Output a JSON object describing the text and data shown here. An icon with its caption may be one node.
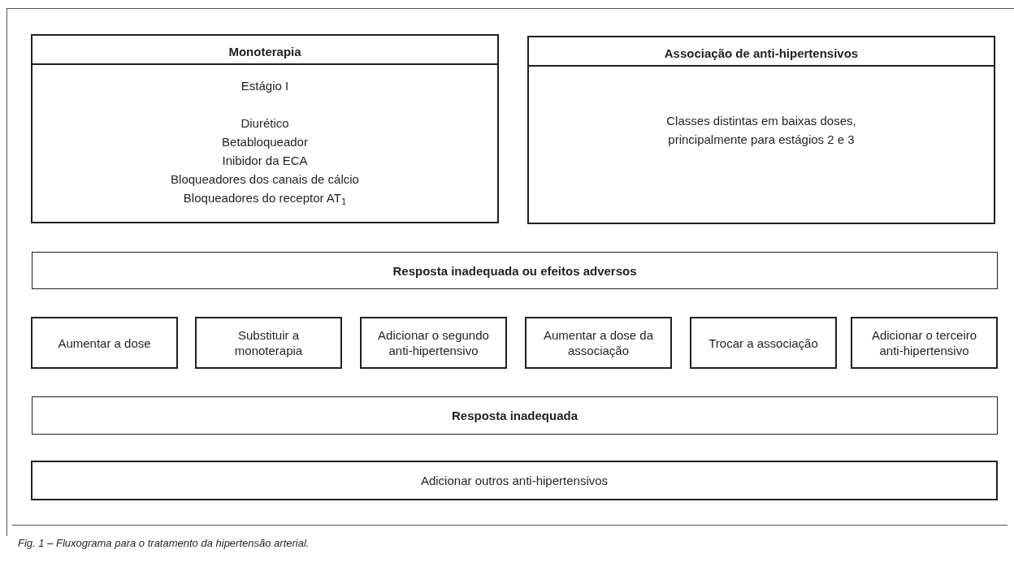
{
  "diagram": {
    "caption": "Fig. 1 – Fluxograma para o tratamento da hipertensão arterial.",
    "nodes": [
      {
        "text": [
          "Monoterapia",
          "Estágio I",
          "Diurético",
          "Betabloqueador",
          "Inibidor da ECA",
          "Bloqueadores dos canais de cálcio",
          "Bloqueadores do receptor AT$_{1}$"
        ]
      },
      {
        "text": [
          "Associação de anti-hipertensivos",
          "Classes distintas em baixas doses, principalmente para estágios 2 e 3"
        ]
      },
      {
        "text": [
          "Resposta inadequada ou efeitos adversos"
        ]
      },
      {
        "text": [
          "Aumentar a dose"
        ]
      },
      {
        "text": [
          "Substituir a monoterapia"
        ]
      },
      {
        "text": [
          "Adicionar o segundo anti-hipertensivo"
        ]
      },
      {
        "text": [
          "Aumentar a dose da associação"
        ]
      },
      {
        "text": [
          "Trocar a associação"
        ]
      },
      {
        "text": [
          "Adicionar o terceiro anti-hipertensivo"
        ]
      },
      {
        "text": [
          "Resposta inadequada"
        ]
      },
      {
        "text": [
          "Adicionar outros anti-hipertensivos"
        ]
      }
    ]
  }
}
